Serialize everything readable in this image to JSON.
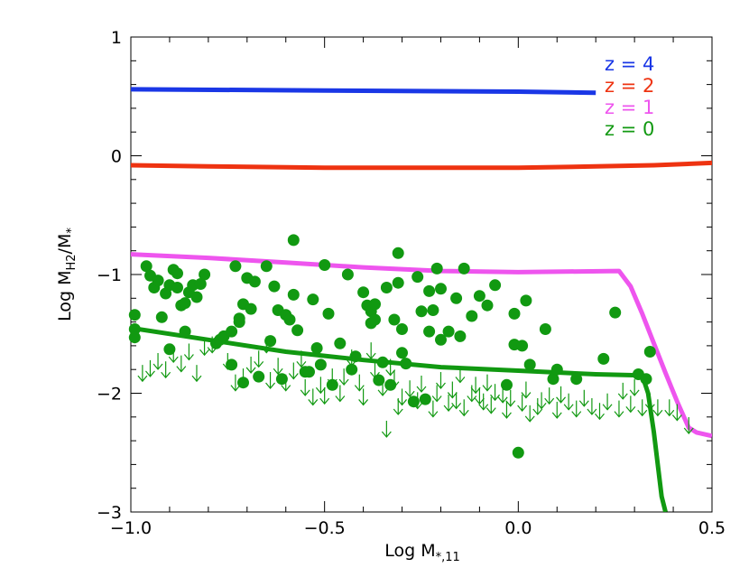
{
  "chart_data": {
    "type": "scatter",
    "xlabel": "Log M",
    "xlabel_sub": "*,11",
    "ylabel": "Log M",
    "ylabel_sub_h2": "H2",
    "ylabel_mid": "/M",
    "ylabel_sub_star": "*",
    "xlim": [
      -1.0,
      0.5
    ],
    "ylim": [
      -3.0,
      1.0
    ],
    "x_ticks": [
      -1.0,
      -0.5,
      0.0,
      0.5
    ],
    "x_tick_labels": [
      "−1.0",
      "−0.5",
      "0.0",
      "0.5"
    ],
    "y_ticks": [
      -3,
      -2,
      -1,
      0,
      1
    ],
    "y_tick_labels": [
      "−3",
      "−2",
      "−1",
      "0",
      "1"
    ],
    "grid": false,
    "legend_position": "top-right",
    "legend": [
      {
        "label": "z  =  4",
        "color": "#1a37e6"
      },
      {
        "label": "z  =  2",
        "color": "#ee3311"
      },
      {
        "label": "z  =  1",
        "color": "#ee55ee"
      },
      {
        "label": "z  =  0",
        "color": "#119911"
      }
    ],
    "series": [
      {
        "name": "z = 4",
        "color": "#1a37e6",
        "type": "line",
        "x": [
          -1.0,
          -0.5,
          0.0,
          0.2
        ],
        "y": [
          0.56,
          0.55,
          0.54,
          0.53
        ]
      },
      {
        "name": "z = 2",
        "color": "#ee3311",
        "type": "line",
        "x": [
          -1.0,
          -0.8,
          -0.5,
          -0.3,
          0.0,
          0.2,
          0.35,
          0.5
        ],
        "y": [
          -0.08,
          -0.09,
          -0.1,
          -0.1,
          -0.1,
          -0.09,
          -0.08,
          -0.06
        ]
      },
      {
        "name": "z = 1",
        "color": "#ee55ee",
        "type": "line",
        "x": [
          -1.0,
          -0.8,
          -0.6,
          -0.4,
          -0.2,
          0.0,
          0.26,
          0.29,
          0.32,
          0.35,
          0.38,
          0.41,
          0.44,
          0.46,
          0.5
        ],
        "y": [
          -0.83,
          -0.86,
          -0.9,
          -0.94,
          -0.97,
          -0.98,
          -0.97,
          -1.1,
          -1.33,
          -1.58,
          -1.83,
          -2.07,
          -2.29,
          -2.33,
          -2.36
        ]
      },
      {
        "name": "z = 0",
        "color": "#119911",
        "type": "line",
        "x": [
          -1.0,
          -0.8,
          -0.6,
          -0.4,
          -0.2,
          0.0,
          0.2,
          0.32,
          0.335,
          0.35,
          0.36,
          0.37,
          0.38
        ],
        "y": [
          -1.45,
          -1.55,
          -1.65,
          -1.72,
          -1.78,
          -1.81,
          -1.84,
          -1.85,
          -2.0,
          -2.33,
          -2.6,
          -2.87,
          -3.0
        ]
      }
    ],
    "detections": {
      "color": "#119911",
      "points": [
        [
          -0.99,
          -1.34
        ],
        [
          -0.99,
          -1.46
        ],
        [
          -0.99,
          -1.53
        ],
        [
          -0.96,
          -0.93
        ],
        [
          -0.95,
          -1.01
        ],
        [
          -0.94,
          -1.11
        ],
        [
          -0.93,
          -1.05
        ],
        [
          -0.92,
          -1.36
        ],
        [
          -0.91,
          -1.16
        ],
        [
          -0.9,
          -1.63
        ],
        [
          -0.9,
          -1.09
        ],
        [
          -0.89,
          -0.96
        ],
        [
          -0.88,
          -0.99
        ],
        [
          -0.88,
          -1.11
        ],
        [
          -0.87,
          -1.26
        ],
        [
          -0.86,
          -1.24
        ],
        [
          -0.86,
          -1.48
        ],
        [
          -0.85,
          -1.15
        ],
        [
          -0.84,
          -1.09
        ],
        [
          -0.83,
          -1.19
        ],
        [
          -0.82,
          -1.08
        ],
        [
          -0.81,
          -1.0
        ],
        [
          -0.78,
          -1.58
        ],
        [
          -0.77,
          -1.55
        ],
        [
          -0.76,
          -1.52
        ],
        [
          -0.74,
          -1.48
        ],
        [
          -0.74,
          -1.76
        ],
        [
          -0.73,
          -0.93
        ],
        [
          -0.72,
          -1.4
        ],
        [
          -0.72,
          -1.37
        ],
        [
          -0.71,
          -1.25
        ],
        [
          -0.71,
          -1.91
        ],
        [
          -0.7,
          -1.03
        ],
        [
          -0.69,
          -1.29
        ],
        [
          -0.68,
          -1.06
        ],
        [
          -0.67,
          -1.86
        ],
        [
          -0.65,
          -0.93
        ],
        [
          -0.64,
          -1.56
        ],
        [
          -0.63,
          -1.1
        ],
        [
          -0.62,
          -1.3
        ],
        [
          -0.61,
          -1.88
        ],
        [
          -0.6,
          -1.34
        ],
        [
          -0.59,
          -1.38
        ],
        [
          -0.58,
          -0.71
        ],
        [
          -0.58,
          -1.17
        ],
        [
          -0.57,
          -1.47
        ],
        [
          -0.55,
          -1.82
        ],
        [
          -0.54,
          -1.82
        ],
        [
          -0.53,
          -1.21
        ],
        [
          -0.52,
          -1.62
        ],
        [
          -0.51,
          -1.76
        ],
        [
          -0.5,
          -0.92
        ],
        [
          -0.49,
          -1.33
        ],
        [
          -0.48,
          -1.93
        ],
        [
          -0.46,
          -1.58
        ],
        [
          -0.44,
          -1.0
        ],
        [
          -0.43,
          -1.8
        ],
        [
          -0.42,
          -1.69
        ],
        [
          -0.4,
          -1.15
        ],
        [
          -0.39,
          -1.26
        ],
        [
          -0.38,
          -1.31
        ],
        [
          -0.38,
          -1.41
        ],
        [
          -0.37,
          -1.25
        ],
        [
          -0.37,
          -1.38
        ],
        [
          -0.36,
          -1.89
        ],
        [
          -0.35,
          -1.74
        ],
        [
          -0.34,
          -1.11
        ],
        [
          -0.33,
          -1.93
        ],
        [
          -0.32,
          -1.38
        ],
        [
          -0.31,
          -0.82
        ],
        [
          -0.31,
          -1.07
        ],
        [
          -0.3,
          -1.46
        ],
        [
          -0.3,
          -1.66
        ],
        [
          -0.29,
          -1.75
        ],
        [
          -0.27,
          -2.07
        ],
        [
          -0.26,
          -1.02
        ],
        [
          -0.25,
          -1.31
        ],
        [
          -0.24,
          -2.05
        ],
        [
          -0.23,
          -1.48
        ],
        [
          -0.23,
          -1.14
        ],
        [
          -0.22,
          -1.3
        ],
        [
          -0.21,
          -0.95
        ],
        [
          -0.2,
          -1.55
        ],
        [
          -0.2,
          -1.12
        ],
        [
          -0.18,
          -1.48
        ],
        [
          -0.16,
          -1.2
        ],
        [
          -0.15,
          -1.52
        ],
        [
          -0.14,
          -0.95
        ],
        [
          -0.12,
          -1.35
        ],
        [
          -0.1,
          -1.18
        ],
        [
          -0.08,
          -1.26
        ],
        [
          -0.06,
          -1.09
        ],
        [
          -0.03,
          -1.93
        ],
        [
          -0.01,
          -1.59
        ],
        [
          -0.01,
          -1.33
        ],
        [
          0.0,
          -2.5
        ],
        [
          0.01,
          -1.6
        ],
        [
          0.02,
          -1.22
        ],
        [
          0.03,
          -1.76
        ],
        [
          0.07,
          -1.46
        ],
        [
          0.09,
          -1.88
        ],
        [
          0.1,
          -1.8
        ],
        [
          0.15,
          -1.88
        ],
        [
          0.22,
          -1.71
        ],
        [
          0.25,
          -1.32
        ],
        [
          0.31,
          -1.84
        ],
        [
          0.33,
          -1.88
        ],
        [
          0.34,
          -1.65
        ]
      ]
    },
    "upper_limits": {
      "color": "#119911",
      "points": [
        [
          -0.97,
          -1.83
        ],
        [
          -0.95,
          -1.79
        ],
        [
          -0.93,
          -1.73
        ],
        [
          -0.91,
          -1.8
        ],
        [
          -0.89,
          -1.67
        ],
        [
          -0.87,
          -1.75
        ],
        [
          -0.85,
          -1.65
        ],
        [
          -0.83,
          -1.83
        ],
        [
          -0.81,
          -1.61
        ],
        [
          -0.79,
          -1.59
        ],
        [
          -0.75,
          -1.73
        ],
        [
          -0.73,
          -1.91
        ],
        [
          -0.71,
          -1.86
        ],
        [
          -0.69,
          -1.76
        ],
        [
          -0.67,
          -1.71
        ],
        [
          -0.65,
          -1.59
        ],
        [
          -0.64,
          -1.89
        ],
        [
          -0.62,
          -1.77
        ],
        [
          -0.6,
          -1.91
        ],
        [
          -0.58,
          -1.81
        ],
        [
          -0.56,
          -1.71
        ],
        [
          -0.55,
          -1.95
        ],
        [
          -0.53,
          -2.03
        ],
        [
          -0.51,
          -1.93
        ],
        [
          -0.5,
          -2.02
        ],
        [
          -0.48,
          -1.86
        ],
        [
          -0.46,
          -2.0
        ],
        [
          -0.45,
          -1.86
        ],
        [
          -0.43,
          -1.7
        ],
        [
          -0.41,
          -1.91
        ],
        [
          -0.4,
          -2.03
        ],
        [
          -0.38,
          -1.64
        ],
        [
          -0.37,
          -1.8
        ],
        [
          -0.35,
          -1.95
        ],
        [
          -0.33,
          -1.78
        ],
        [
          -0.32,
          -1.88
        ],
        [
          -0.31,
          -2.11
        ],
        [
          -0.3,
          -2.03
        ],
        [
          -0.28,
          -1.96
        ],
        [
          -0.26,
          -2.06
        ],
        [
          -0.25,
          -1.92
        ],
        [
          -0.22,
          -2.13
        ],
        [
          -0.21,
          -2.0
        ],
        [
          -0.2,
          -1.89
        ],
        [
          -0.18,
          -2.08
        ],
        [
          -0.17,
          -1.97
        ],
        [
          -0.16,
          -2.06
        ],
        [
          -0.15,
          -1.84
        ],
        [
          -0.14,
          -2.12
        ],
        [
          -0.12,
          -2.0
        ],
        [
          -0.11,
          -1.93
        ],
        [
          -0.1,
          -2.02
        ],
        [
          -0.09,
          -2.07
        ],
        [
          -0.08,
          -1.91
        ],
        [
          -0.07,
          -2.1
        ],
        [
          -0.06,
          -1.99
        ],
        [
          -0.04,
          -2.01
        ],
        [
          -0.03,
          -2.14
        ],
        [
          -0.02,
          -2.04
        ],
        [
          0.01,
          -2.08
        ],
        [
          0.02,
          -1.97
        ],
        [
          0.03,
          -2.17
        ],
        [
          0.05,
          -2.11
        ],
        [
          0.06,
          -2.06
        ],
        [
          0.08,
          -2.02
        ],
        [
          0.1,
          -2.14
        ],
        [
          0.11,
          -2.01
        ],
        [
          0.13,
          -2.07
        ],
        [
          0.15,
          -2.13
        ],
        [
          0.17,
          -2.04
        ],
        [
          0.19,
          -2.11
        ],
        [
          0.21,
          -2.15
        ],
        [
          0.23,
          -2.07
        ],
        [
          0.26,
          -2.13
        ],
        [
          0.27,
          -1.98
        ],
        [
          0.29,
          -2.09
        ],
        [
          0.3,
          -1.95
        ],
        [
          0.32,
          -2.12
        ],
        [
          0.34,
          -2.07
        ],
        [
          0.36,
          -2.12
        ],
        [
          0.39,
          -2.12
        ],
        [
          0.41,
          -2.16
        ],
        [
          0.44,
          -2.27
        ],
        [
          -0.34,
          -2.3
        ]
      ]
    }
  }
}
